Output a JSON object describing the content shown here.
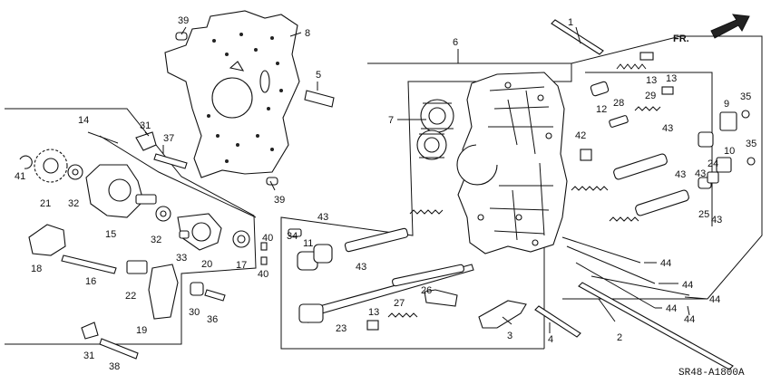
{
  "direction_label": "FR.",
  "diagram_code": "SR48-A1800A",
  "callouts": [
    "1",
    "2",
    "3",
    "4",
    "5",
    "6",
    "7",
    "8",
    "9",
    "10",
    "11",
    "12",
    "13",
    "14",
    "15",
    "16",
    "17",
    "18",
    "19",
    "20",
    "21",
    "22",
    "23",
    "24",
    "25",
    "26",
    "27",
    "28",
    "29",
    "30",
    "31",
    "32",
    "33",
    "34",
    "35",
    "36",
    "37",
    "38",
    "39",
    "40",
    "41",
    "42",
    "43",
    "44"
  ]
}
